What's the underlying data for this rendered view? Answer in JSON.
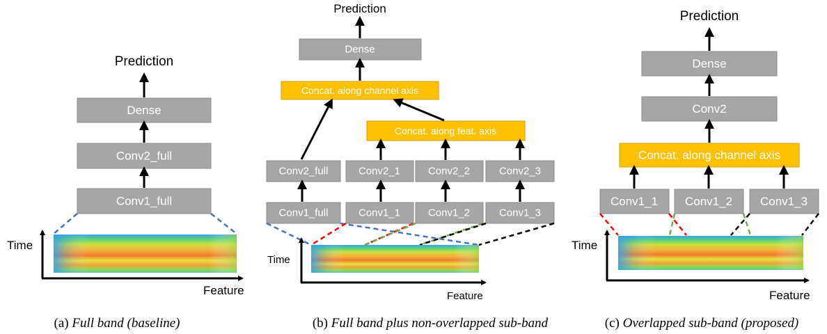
{
  "panel_a": {
    "prediction": "Prediction",
    "dense": "Dense",
    "conv2": "Conv2_full",
    "conv1": "Conv1_full",
    "time": "Time",
    "feature": "Feature",
    "caption_prefix": "(a) ",
    "caption_italic": "Full band (baseline)"
  },
  "panel_b": {
    "prediction": "Prediction",
    "dense": "Dense",
    "concat_channel": "Concat. along channel axis",
    "concat_feat": "Concat. along feat. axis",
    "conv2_full": "Conv2_full",
    "conv2_1": "Conv2_1",
    "conv2_2": "Conv2_2",
    "conv2_3": "Conv2_3",
    "conv1_full": "Conv1_full",
    "conv1_1": "Conv1_1",
    "conv1_2": "Conv1_2",
    "conv1_3": "Conv1_3",
    "time": "Time",
    "feature": "Feature",
    "caption_prefix": "(b) ",
    "caption_italic": "Full band plus non-overlapped sub-band"
  },
  "panel_c": {
    "prediction": "Prediction",
    "dense": "Dense",
    "conv2": "Conv2",
    "concat_channel": "Concat. along channel axis",
    "conv1_1": "Conv1_1",
    "conv1_2": "Conv1_2",
    "conv1_3": "Conv1_3",
    "time": "Time",
    "feature": "Feature",
    "caption_prefix": "(c) ",
    "caption_italic": "Overlapped sub-band (proposed)"
  },
  "colors": {
    "box_gray": "#a6a6a6",
    "box_orange": "#ffc000",
    "dash_blue": "#4472c4",
    "dash_red": "#ff0000",
    "dash_green": "#70ad47",
    "dash_black": "#000000"
  }
}
